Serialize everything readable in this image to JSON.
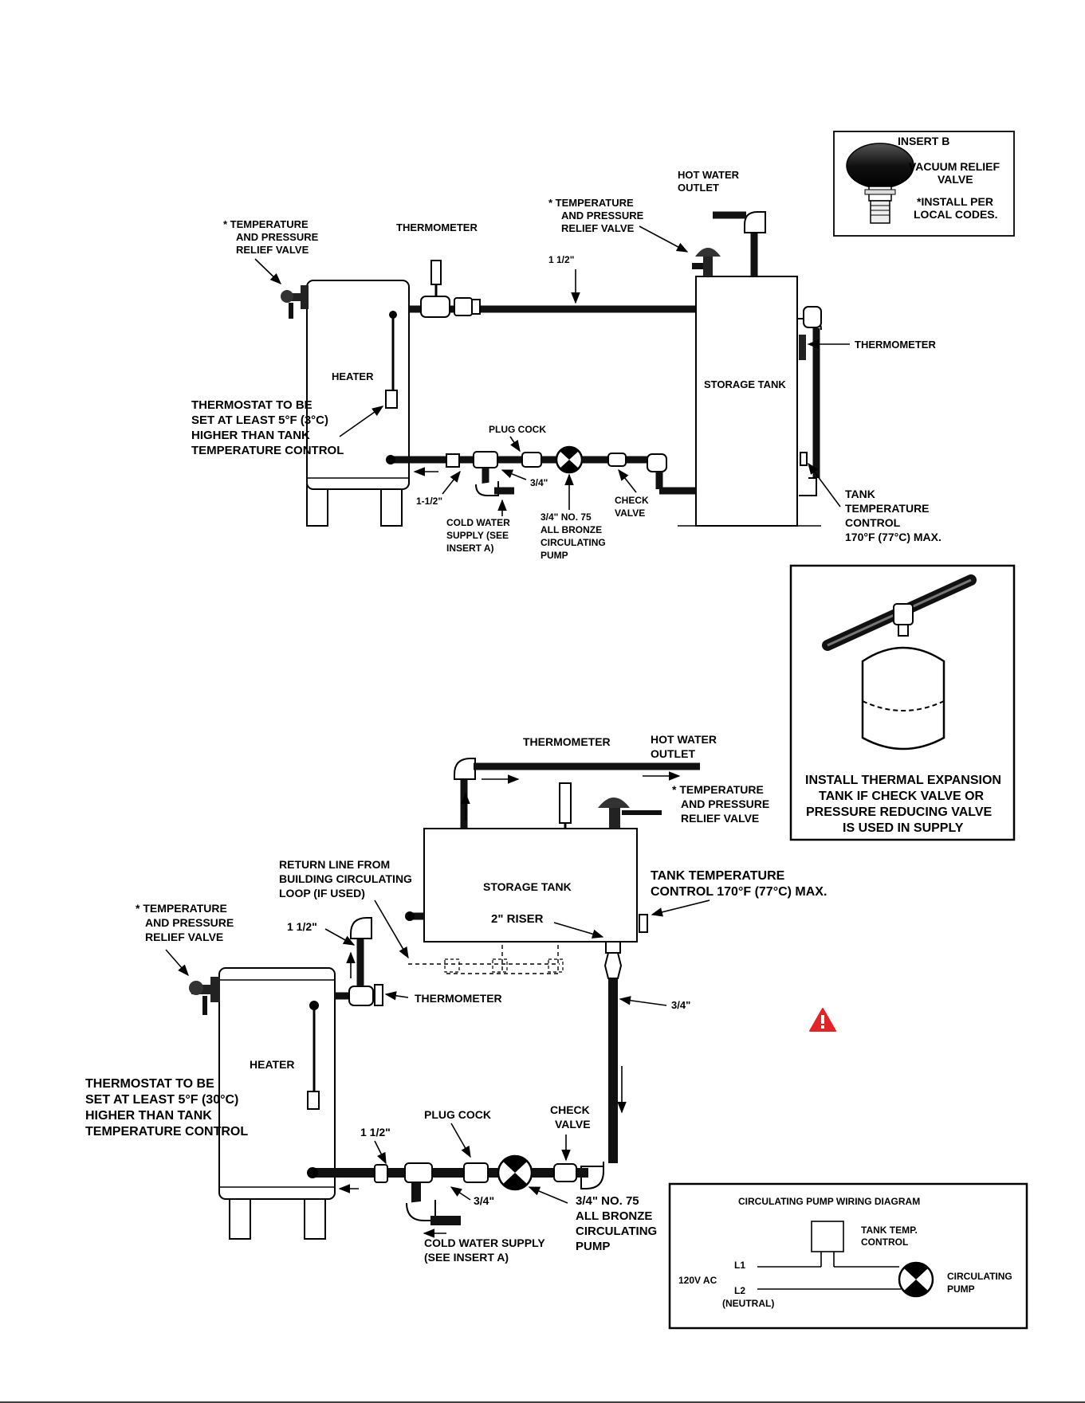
{
  "top": {
    "tpr_left": [
      "*  TEMPERATURE",
      "AND PRESSURE",
      "RELIEF VALVE"
    ],
    "thermometer_top": "THERMOMETER",
    "tpr_right": [
      "*  TEMPERATURE",
      "AND PRESSURE",
      "RELIEF VALVE"
    ],
    "hot_outlet": [
      "HOT WATER",
      "OUTLET"
    ],
    "pipe_size_top": "1 1/2\"",
    "heater": "HEATER",
    "storage_tank": "STORAGE TANK",
    "thermometer_right": "THERMOMETER",
    "thermostat_note": [
      "THERMOSTAT TO BE",
      "SET AT LEAST 5°F (3°C)",
      "HIGHER THAN TANK",
      "TEMPERATURE CONTROL"
    ],
    "plug_cock": "PLUG COCK",
    "size_34": "3/4\"",
    "size_112": "1-1/2\"",
    "cold_supply": [
      "COLD WATER",
      "SUPPLY (SEE",
      "INSERT A)"
    ],
    "pump": [
      "3/4\" NO. 75",
      "ALL BRONZE",
      "CIRCULATING",
      "PUMP"
    ],
    "check_valve": [
      "CHECK",
      "VALVE"
    ],
    "tank_control": [
      "TANK",
      "TEMPERATURE",
      "CONTROL",
      "170°F (77°C) MAX."
    ]
  },
  "insert_b": {
    "title": "INSERT B",
    "vacuum": [
      "VACUUM RELIEF",
      "VALVE"
    ],
    "codes": [
      "*INSTALL PER",
      "LOCAL CODES."
    ]
  },
  "expansion": {
    "note": [
      "INSTALL THERMAL EXPANSION",
      "TANK IF CHECK VALVE OR",
      "PRESSURE REDUCING VALVE",
      "IS USED IN SUPPLY"
    ]
  },
  "bottom": {
    "thermometer_top": "THERMOMETER",
    "hot_outlet": [
      "HOT WATER",
      "OUTLET"
    ],
    "tpr_right": [
      "* TEMPERATURE",
      "AND PRESSURE",
      "RELIEF VALVE"
    ],
    "return_line": [
      "RETURN LINE FROM",
      "BUILDING CIRCULATING",
      "LOOP (IF USED)"
    ],
    "storage_tank": "STORAGE TANK",
    "tank_control": [
      "TANK TEMPERATURE",
      "CONTROL 170°F (77°C) MAX."
    ],
    "tpr_left": [
      "* TEMPERATURE",
      "AND PRESSURE",
      "RELIEF VALVE"
    ],
    "size_riser_left": "1 1/2\"",
    "riser": "2\" RISER",
    "thermometer_side": "THERMOMETER",
    "size_34_right": "3/4\"",
    "heater": "HEATER",
    "thermostat_note": [
      "THERMOSTAT TO BE",
      "SET AT LEAST 5°F (30°C)",
      "HIGHER THAN TANK",
      "TEMPERATURE CONTROL"
    ],
    "plug_cock": "PLUG COCK",
    "check_valve": [
      "CHECK",
      "VALVE"
    ],
    "size_112": "1 1/2\"",
    "size_34": "3/4\"",
    "cold_supply": [
      "COLD WATER SUPPLY",
      "(SEE INSERT A)"
    ],
    "pump": [
      "3/4\" NO. 75",
      "ALL BRONZE",
      "CIRCULATING",
      "PUMP"
    ]
  },
  "wiring": {
    "title": "CIRCULATING PUMP WIRING DIAGRAM",
    "control": [
      "TANK TEMP.",
      "CONTROL"
    ],
    "l1": "L1",
    "l2": "L2",
    "neutral": "(NEUTRAL)",
    "power": "120V AC",
    "pump": [
      "CIRCULATING",
      "PUMP"
    ]
  },
  "colors": {
    "ink": "#000000",
    "warning": "#e0242a",
    "paper": "#ffffff"
  },
  "icons": {
    "warning": "warning-triangle-icon",
    "pump": "pump-symbol-icon"
  }
}
